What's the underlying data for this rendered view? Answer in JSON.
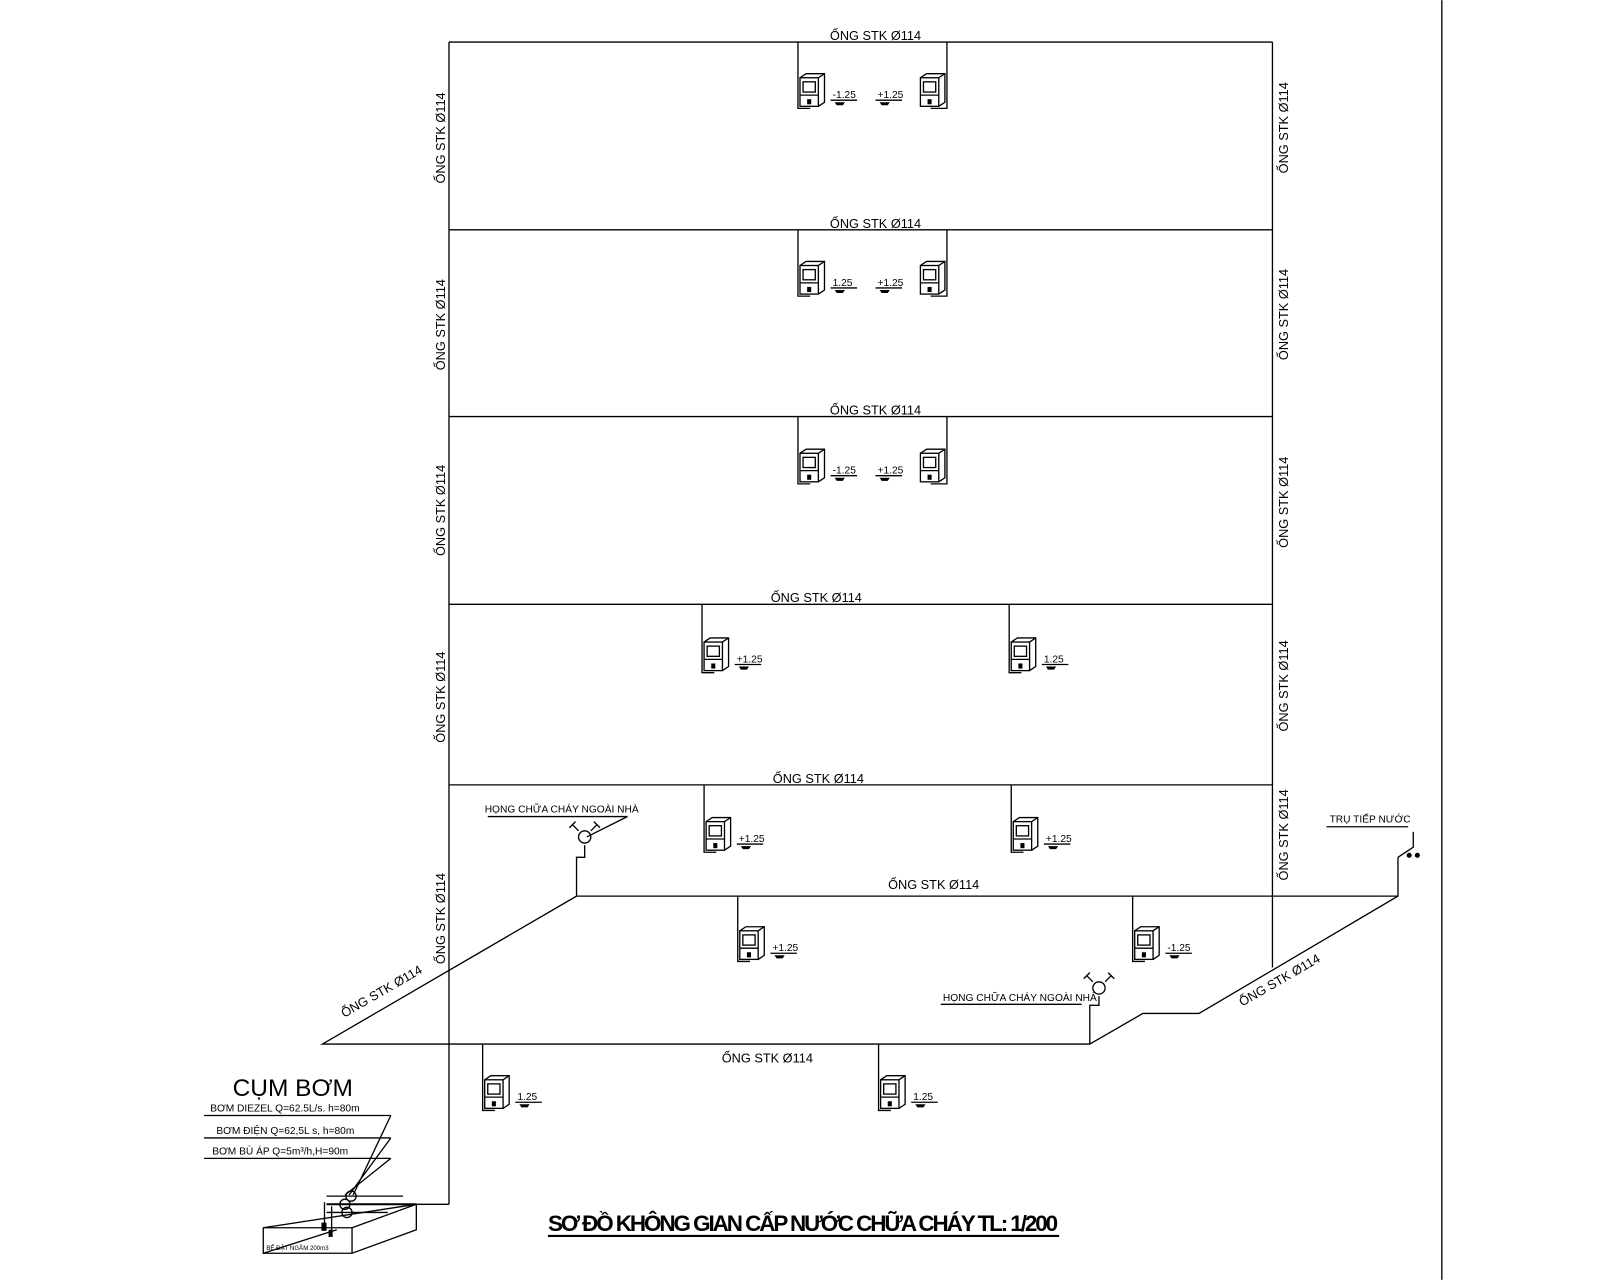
{
  "title": "SƠ ĐỒ KHÔNG GIAN CẤP NƯỚC CHỮA CHÁY TL: 1/200",
  "pipe_label": "ỐNG STK Ø114",
  "pipe_labels": {
    "floor1": "ỐNG STK Ø114",
    "floor2": "ỐNG STK Ø114",
    "floor3": "ỐNG STK Ø114",
    "floor4": "ỐNG STK Ø114",
    "floor5": "ỐNG STK Ø114",
    "ground": "ỐNG STK Ø114",
    "bottom": "ỐNG STK Ø114",
    "diag_left": "ỐNG STK Ø114",
    "diag_right": "ỐNG STK Ø114",
    "left_riser": [
      "ỐNG STK Ø114",
      "ỐNG STK Ø114",
      "ỐNG STK Ø114",
      "ỐNG STK Ø114",
      "ỐNG STK Ø114"
    ],
    "right_riser": [
      "ỐNG STK Ø114",
      "ỐNG STK Ø114",
      "ỐNG STK Ø114",
      "ỐNG STK Ø114",
      "ỐNG STK Ø114"
    ]
  },
  "cabinet_elevations": {
    "floor1": [
      "-1.25",
      "+1.25"
    ],
    "floor2": [
      "1.25",
      "+1.25"
    ],
    "floor3": [
      "-1.25",
      "+1.25"
    ],
    "floor4": [
      "+1.25",
      "1.25"
    ],
    "floor5": [
      "+1.25",
      "+1.25"
    ],
    "ground": [
      "+1.25",
      "-1.25"
    ],
    "bottom": [
      "1.25",
      "1.25"
    ]
  },
  "hydrant_label_1": "HỌNG CHỮA CHÁY NGOÀI NHÀ",
  "hydrant_label_2": "HỌNG CHỮA CHÁY NGOÀI NHÀ",
  "inlet_label": "TRỤ TIẾP NƯỚC",
  "pump_group": {
    "title": "CỤM BƠM",
    "items": [
      "BƠM DIEZEL Q=62.5L/s. h=80m",
      "BƠM ĐIỆN Q=62,5L s, h=80m",
      "BƠM BÙ ÁP Q=5m³/h,H=90m"
    ],
    "tank_label": "BỂ ĐẶT NGẦM 200m3"
  }
}
